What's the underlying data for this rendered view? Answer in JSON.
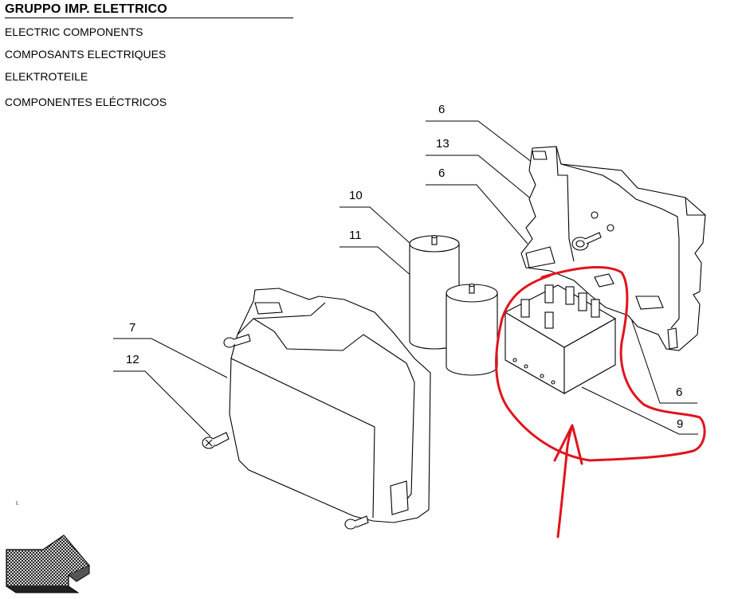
{
  "header": {
    "title": "GRUPPO IMP. ELETTRICO",
    "lines": [
      "ELECTRIC COMPONENTS",
      "COMPOSANTS ELECTRIQUES",
      "ELEKTROTEILE",
      "COMPONENTES ELÉCTRICOS"
    ]
  },
  "callouts": [
    "6",
    "13",
    "6",
    "10",
    "11",
    "7",
    "12",
    "6",
    "9"
  ],
  "colors": {
    "annotation": "#e0141c",
    "ink": "#000000"
  },
  "margin_mark": "I."
}
